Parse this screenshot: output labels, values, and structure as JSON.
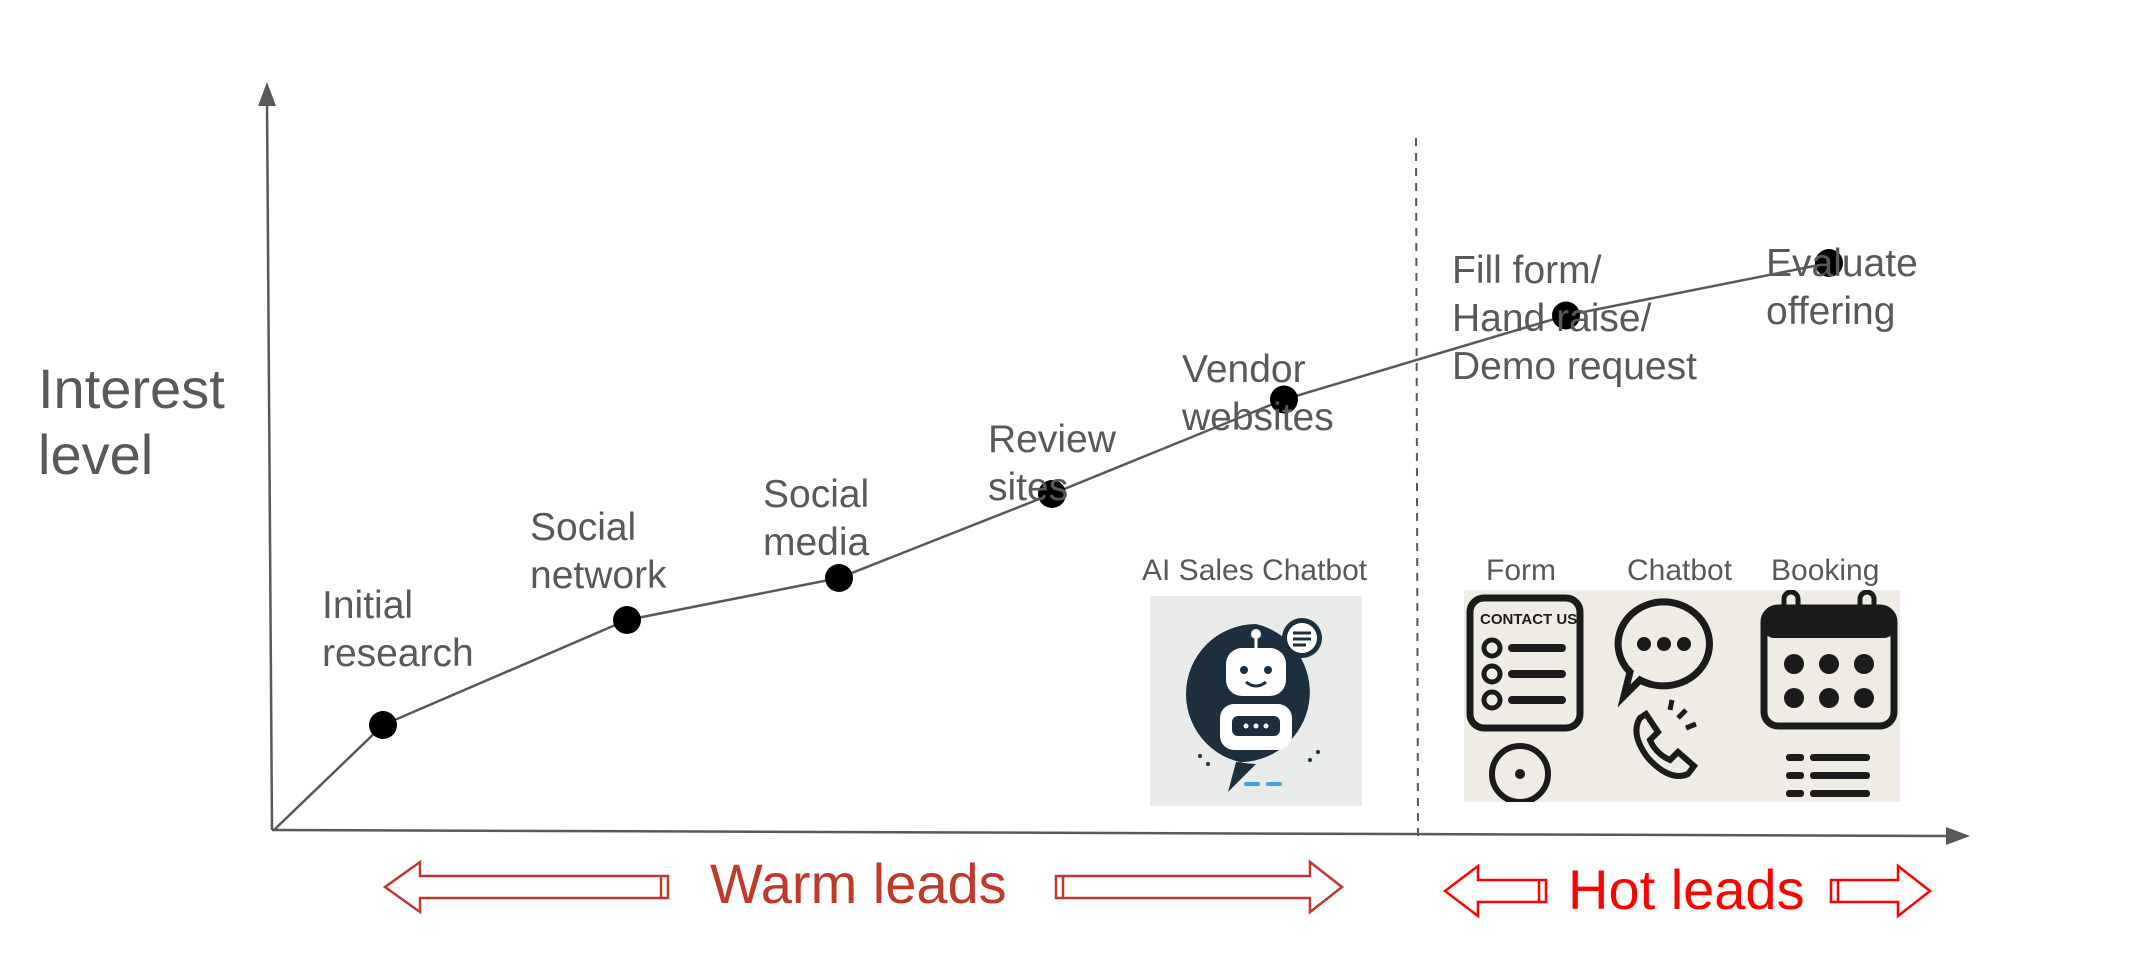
{
  "axis": {
    "y_title": "Interest level"
  },
  "stages": [
    {
      "label": "Initial\nresearch",
      "interest": 1
    },
    {
      "label": "Social\nnetwork",
      "interest": 2
    },
    {
      "label": "Social\nmedia",
      "interest": 2.4
    },
    {
      "label": "Review\nsites",
      "interest": 3.2
    },
    {
      "label": "Vendor\nwebsites",
      "interest": 4.1
    },
    {
      "label": "Fill form/\nHand raise/\nDemo request",
      "interest": 4.9
    },
    {
      "label": "Evaluate\noffering",
      "interest": 5.4
    }
  ],
  "tools": {
    "ai_chatbot_caption": "AI Sales Chatbot",
    "form_caption": "Form",
    "chatbot_caption": "Chatbot",
    "booking_caption": "Booking",
    "contact_us_text": "CONTACT US"
  },
  "zones": {
    "warm": {
      "label": "Warm leads",
      "color": "#c0392b"
    },
    "hot": {
      "label": "Hot leads",
      "color": "#ff0000"
    }
  },
  "colors": {
    "axis": "#595959",
    "marker": "#000000",
    "icon_dark": "#1d2e3d",
    "icon_accent": "#3aa6dd"
  }
}
